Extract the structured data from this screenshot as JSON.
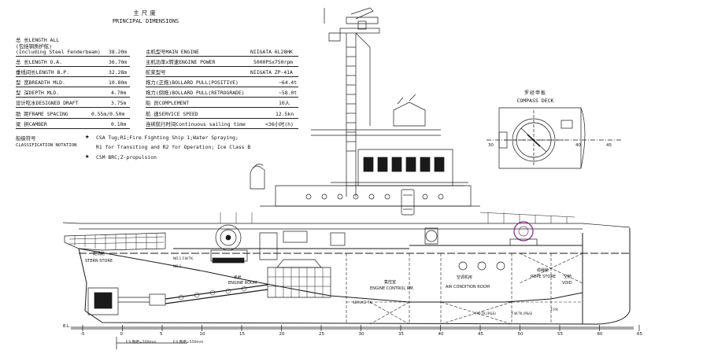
{
  "title": {
    "cn": "主尺度",
    "en": "PRINCIPAL DIMENSIONS"
  },
  "left_dims": [
    {
      "label": "总    长LENGTH ALL",
      "value": ""
    },
    {
      "label": "(包括钢质护舷)",
      "value": ""
    },
    {
      "label": "(Including Steel Fenderbeam)",
      "value": "38.20m"
    },
    {
      "label": "总    长LENGTH O.A.",
      "value": "36.70m"
    },
    {
      "label": "垂线间长LENGTH B.P.",
      "value": "32.28m"
    },
    {
      "label": "型    宽BREADTH MLD.",
      "value": "10.80m"
    },
    {
      "label": "型    深DEPTH MLD.",
      "value": "4.70m"
    },
    {
      "label": "设计吃水DESIGNED DRAFT",
      "value": "3.75m"
    },
    {
      "label": "肋    距FRAME SPACING",
      "value": "0.55m/0.50m"
    },
    {
      "label": "梁    拱CAMBER",
      "value": "0.10m"
    }
  ],
  "right_dims": [
    {
      "label": "主机型号MAIN ENGINE",
      "value": "NIIGATA 6L28HK"
    },
    {
      "label": "主机功率x转速ENGINE POWER",
      "value": "5000PSx750rpm"
    },
    {
      "label": "舵桨型号",
      "value": "NIIGATA ZP-41A"
    },
    {
      "label": "拖力(正拖)BOLLARD PULL(POSITIVE)",
      "value": "~64.4t"
    },
    {
      "label": "拖力(倒拖)BOLLARD PULL(RETROGRADE)",
      "value": "~58.0t"
    },
    {
      "label": "船    员COMPLEMENT",
      "value": "10人"
    },
    {
      "label": "航    速SERVICE SPEED",
      "value": "12.5kn"
    },
    {
      "label": "连续航行时间Continuous sailing time",
      "value": "<36小时(h)"
    }
  ],
  "classification": {
    "label_cn": "船级符号",
    "label_en": "CLASSIFICATION  NOTATION",
    "line1": "CSA  Tug;R1;Fire Fighting Ship 1;Water Spraying;",
    "line2": "R1 for Transiting and R2 for Operation; Ice Class B",
    "line3": "CSM  BRC;Z-propulsion"
  },
  "compass": {
    "cn": "罗经甲板",
    "en": "COMPASS DECK",
    "scale": [
      "30",
      "40",
      "45"
    ]
  },
  "rooms": {
    "stern_store": "舵机舱",
    "stern_store_en": "STERN STORE",
    "engine_room": "ENGINE ROOM",
    "engine_cn": "机舱",
    "control_cn": "集控室",
    "control_en": "ENGINE CONTROL RM.",
    "aircon_cn": "空调机房",
    "aircon_en": "AIR CONDITION ROOM",
    "rope_cn": "缆绳舱",
    "rope_en": "ROPE STORE",
    "void_cn": "空舱",
    "void_en": "VOID",
    "service_tk": "SERVICE TK.",
    "fo_tk": "F.O.TK.(P&S)",
    "fw_tk": "F.W.TK.(P&S)",
    "fpk": "F.P.K",
    "no1_fw": "NO.1 F.W.TK.",
    "no2": "NO.2"
  },
  "frame_spacing": {
    "aft": "F.S.肋距=500mm",
    "fwd": "F.S.肋距=550mm"
  },
  "frame_ticks": [
    "-5",
    "0",
    "5",
    "10",
    "15",
    "20",
    "25",
    "30",
    "35",
    "40",
    "45",
    "50",
    "55",
    "60",
    "65"
  ],
  "colors": {
    "ink": "#1a1a1a",
    "accent": "#7a2a7a"
  }
}
